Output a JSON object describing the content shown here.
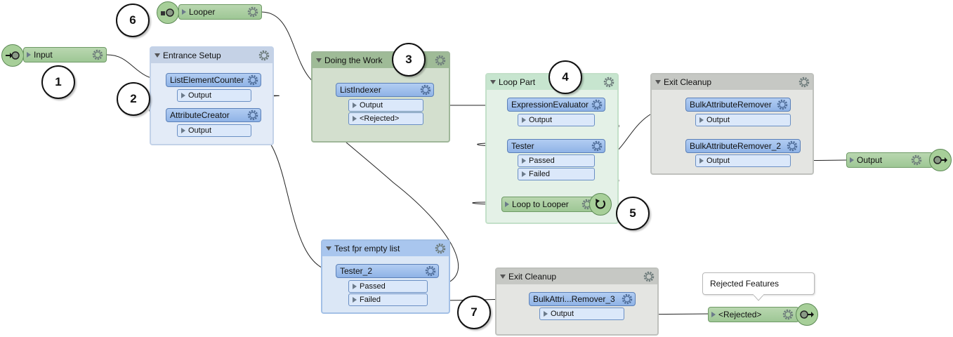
{
  "colors": {
    "transformer": "#8fb3e6",
    "port": "#dbe8fa",
    "feature_port": "#a7cf99",
    "wire": "#222222"
  },
  "markers": [
    "1",
    "2",
    "3",
    "4",
    "5",
    "6",
    "7"
  ],
  "bookmarks": {
    "entrance": "Entrance Setup",
    "doing": "Doing the Work",
    "loop": "Loop Part",
    "exit1": "Exit Cleanup",
    "test": "Test fpr empty list",
    "exit2": "Exit Cleanup"
  },
  "transformers": {
    "list_element_counter": {
      "name": "ListElementCounter",
      "ports": [
        "Output"
      ]
    },
    "attribute_creator": {
      "name": "AttributeCreator",
      "ports": [
        "Output"
      ]
    },
    "list_indexer": {
      "name": "ListIndexer",
      "ports": [
        "Output",
        "<Rejected>"
      ]
    },
    "expression_evaluator": {
      "name": "ExpressionEvaluator",
      "ports": [
        "Output"
      ]
    },
    "tester": {
      "name": "Tester",
      "ports": [
        "Passed",
        "Failed"
      ]
    },
    "bulk1": {
      "name": "BulkAttributeRemover",
      "ports": [
        "Output"
      ]
    },
    "bulk2": {
      "name": "BulkAttributeRemover_2",
      "ports": [
        "Output"
      ]
    },
    "tester2": {
      "name": "Tester_2",
      "ports": [
        "Passed",
        "Failed"
      ]
    },
    "bulk3": {
      "name": "BulkAttri...Remover_3",
      "ports": [
        "Output"
      ]
    }
  },
  "feature_ports": {
    "input": "Input",
    "looper": "Looper",
    "output": "Output",
    "loop_to_looper": "Loop to Looper",
    "rejected": "<Rejected>"
  },
  "tooltip": "Rejected Features"
}
